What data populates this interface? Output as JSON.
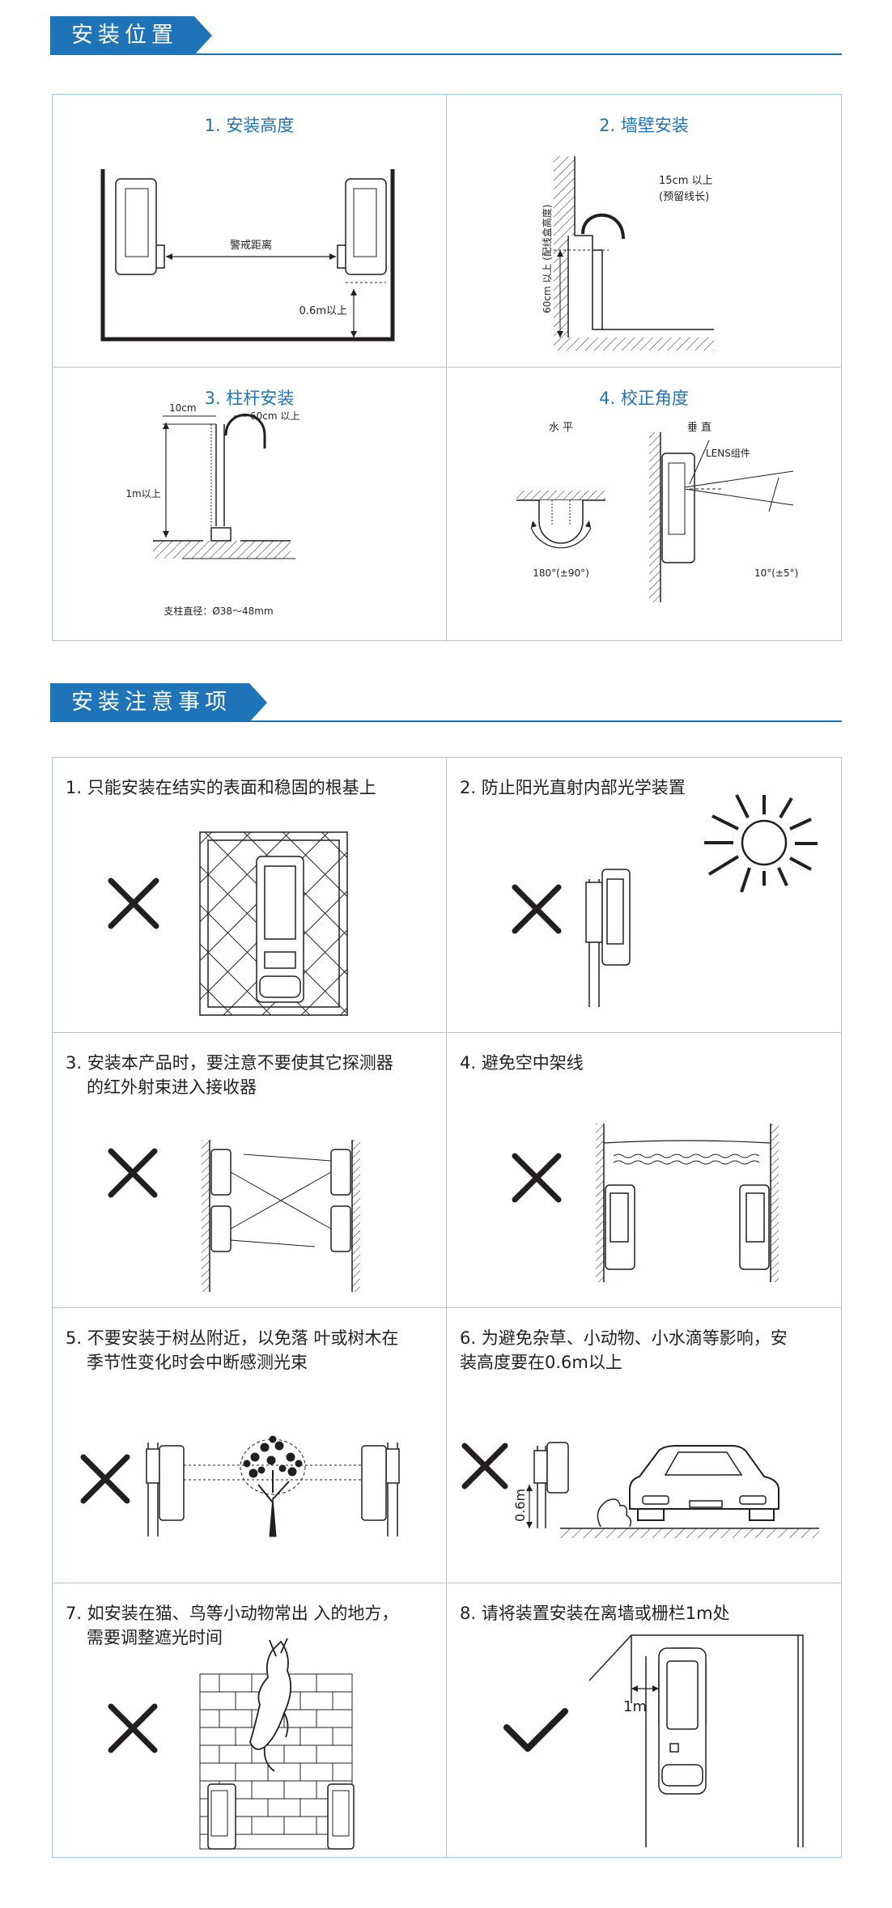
{
  "section1": {
    "title": "安装位置",
    "cells": [
      {
        "title": "1. 安装高度",
        "label_distance": "警戒距离",
        "label_height": "0.6m以上"
      },
      {
        "title": "2. 墙壁安装",
        "label_top_1": "15cm  以上",
        "label_top_2": "(预留线长)",
        "label_side": "60cm 以上 (配线盒高度)"
      },
      {
        "title": "3. 柱杆安装",
        "label_10cm": "10cm",
        "label_60cm": "60cm 以上",
        "label_1m": "1m以上",
        "label_diameter": "支柱直径：Ø38～48mm"
      },
      {
        "title": "4. 校正角度",
        "label_horizontal": "水 平",
        "label_vertical": "垂 直",
        "label_lens": "LENS组件",
        "label_180": "180°(±90°)",
        "label_10": "10°(±5°)"
      }
    ]
  },
  "section2": {
    "title": "安装注意事项",
    "notes": [
      {
        "line1": "1. 只能安装在结实的表面和稳固的根基上",
        "line2": "",
        "mark": "cross"
      },
      {
        "line1": "2. 防止阳光直射内部光学装置",
        "line2": "",
        "mark": "cross"
      },
      {
        "line1": "3. 安装本产品时，要注意不要使其它探测器",
        "line2": "的红外射束进入接收器",
        "mark": "cross"
      },
      {
        "line1": "4. 避免空中架线",
        "line2": "",
        "mark": "cross"
      },
      {
        "line1": "5. 不要安装于树丛附近，以免落  叶或树木在",
        "line2": "季节性变化时会中断感测光束",
        "mark": "cross"
      },
      {
        "line1": "6. 为避免杂草、小动物、小水滴等影响，安",
        "line2": "装高度要在0.6m以上",
        "label_height": "0.6m",
        "mark": "cross"
      },
      {
        "line1": "7. 如安装在猫、鸟等小动物常出 入的地方，",
        "line2": "需要调整遮光时间",
        "mark": "cross"
      },
      {
        "line1": "8. 请将装置安装在离墙或栅栏1m处",
        "line2": "",
        "label_distance": "1m",
        "mark": "check"
      }
    ]
  }
}
